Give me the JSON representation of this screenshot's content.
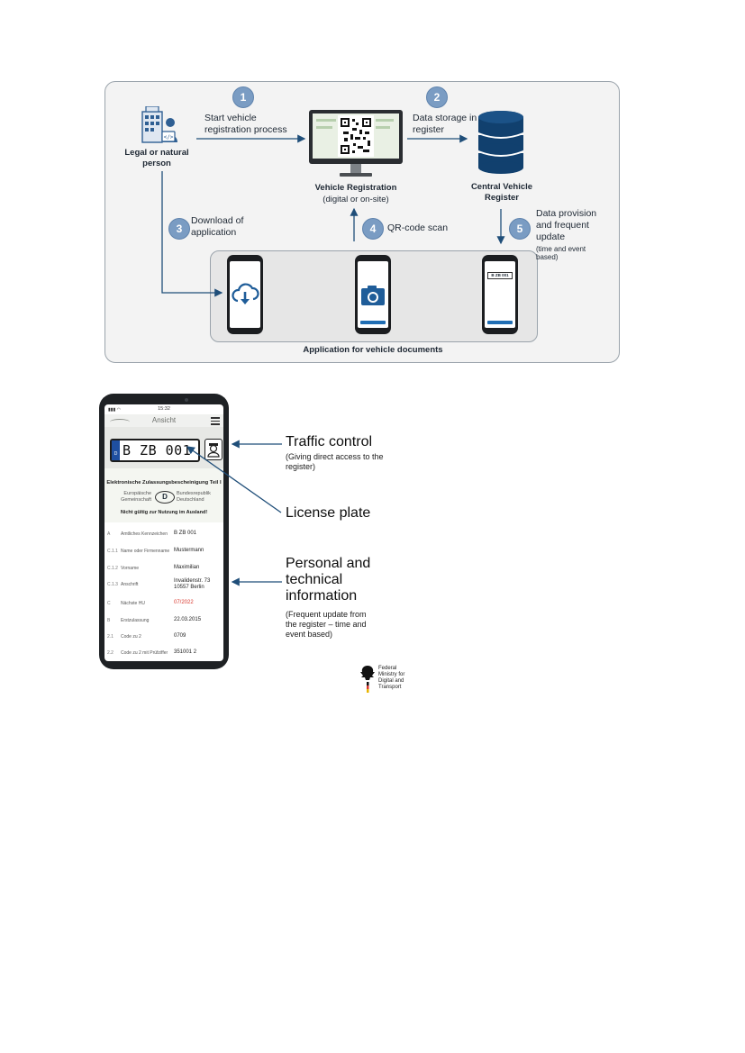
{
  "process": {
    "steps": [
      {
        "num": "1",
        "label": "Start vehicle registration process"
      },
      {
        "num": "2",
        "label": "Data storage in register"
      },
      {
        "num": "3",
        "label": "Download of application"
      },
      {
        "num": "4",
        "label": "QR-code scan"
      },
      {
        "num": "5",
        "label": "Data provision and frequent update",
        "note": "(time and event based)"
      }
    ],
    "actor": "Legal or natural person",
    "registration_title": "Vehicle Registration",
    "registration_sub": "(digital or on-site)",
    "register_title": "Central Vehicle Register",
    "app_band_label": "Application for vehicle documents",
    "mini_plate": "B ZB 001"
  },
  "phone": {
    "time": "15:32",
    "title": "Ansicht",
    "plate_country": "D",
    "plate": "B ZB 001",
    "doc_title": "Elektronische Zulassungsbescheinigung Teil I",
    "eu_left": "Europäische Gemeinschaft",
    "eu_badge": "D",
    "eu_right": "Bundesrepublik Deutschland",
    "abroad_note": "Nicht gültig zur Nutzung im Ausland!",
    "rows": [
      {
        "key": "A",
        "name": "Amtliches Kennzeichen",
        "value": "B ZB 001",
        "highlight": false
      },
      {
        "key": "C.1.1",
        "name": "Name oder Firmenname",
        "value": "Mustermann",
        "highlight": false
      },
      {
        "key": "C.1.2",
        "name": "Vorname",
        "value": "Maximilian",
        "highlight": false
      },
      {
        "key": "C.1.3",
        "name": "Anschrift",
        "value": "Invalidenstr. 73 10557 Berlin",
        "highlight": false
      },
      {
        "key": "C",
        "name": "Nächste HU",
        "value": "07/2022",
        "highlight": true
      },
      {
        "key": "B",
        "name": "Erstzulassung",
        "value": "22.03.2015",
        "highlight": false
      },
      {
        "key": "2.1",
        "name": "Code zu 2",
        "value": "0709",
        "highlight": false
      },
      {
        "key": "2.2",
        "name": "Code zu 2 mit Prüfziffer",
        "value": "351001 2",
        "highlight": false
      }
    ]
  },
  "callouts": {
    "traffic_title": "Traffic control",
    "traffic_sub": "(Giving direct access to the register)",
    "plate_title": "License plate",
    "info_title": "Personal and technical information",
    "info_sub": "(Frequent update from the register – time and event based)"
  },
  "ministry": {
    "name": "Federal Ministry for Digital and Transport"
  },
  "colors": {
    "step_fill": "#7a9cc3",
    "arrow": "#1f4e79",
    "db": "#11406e",
    "accent_red": "#d9382e"
  }
}
